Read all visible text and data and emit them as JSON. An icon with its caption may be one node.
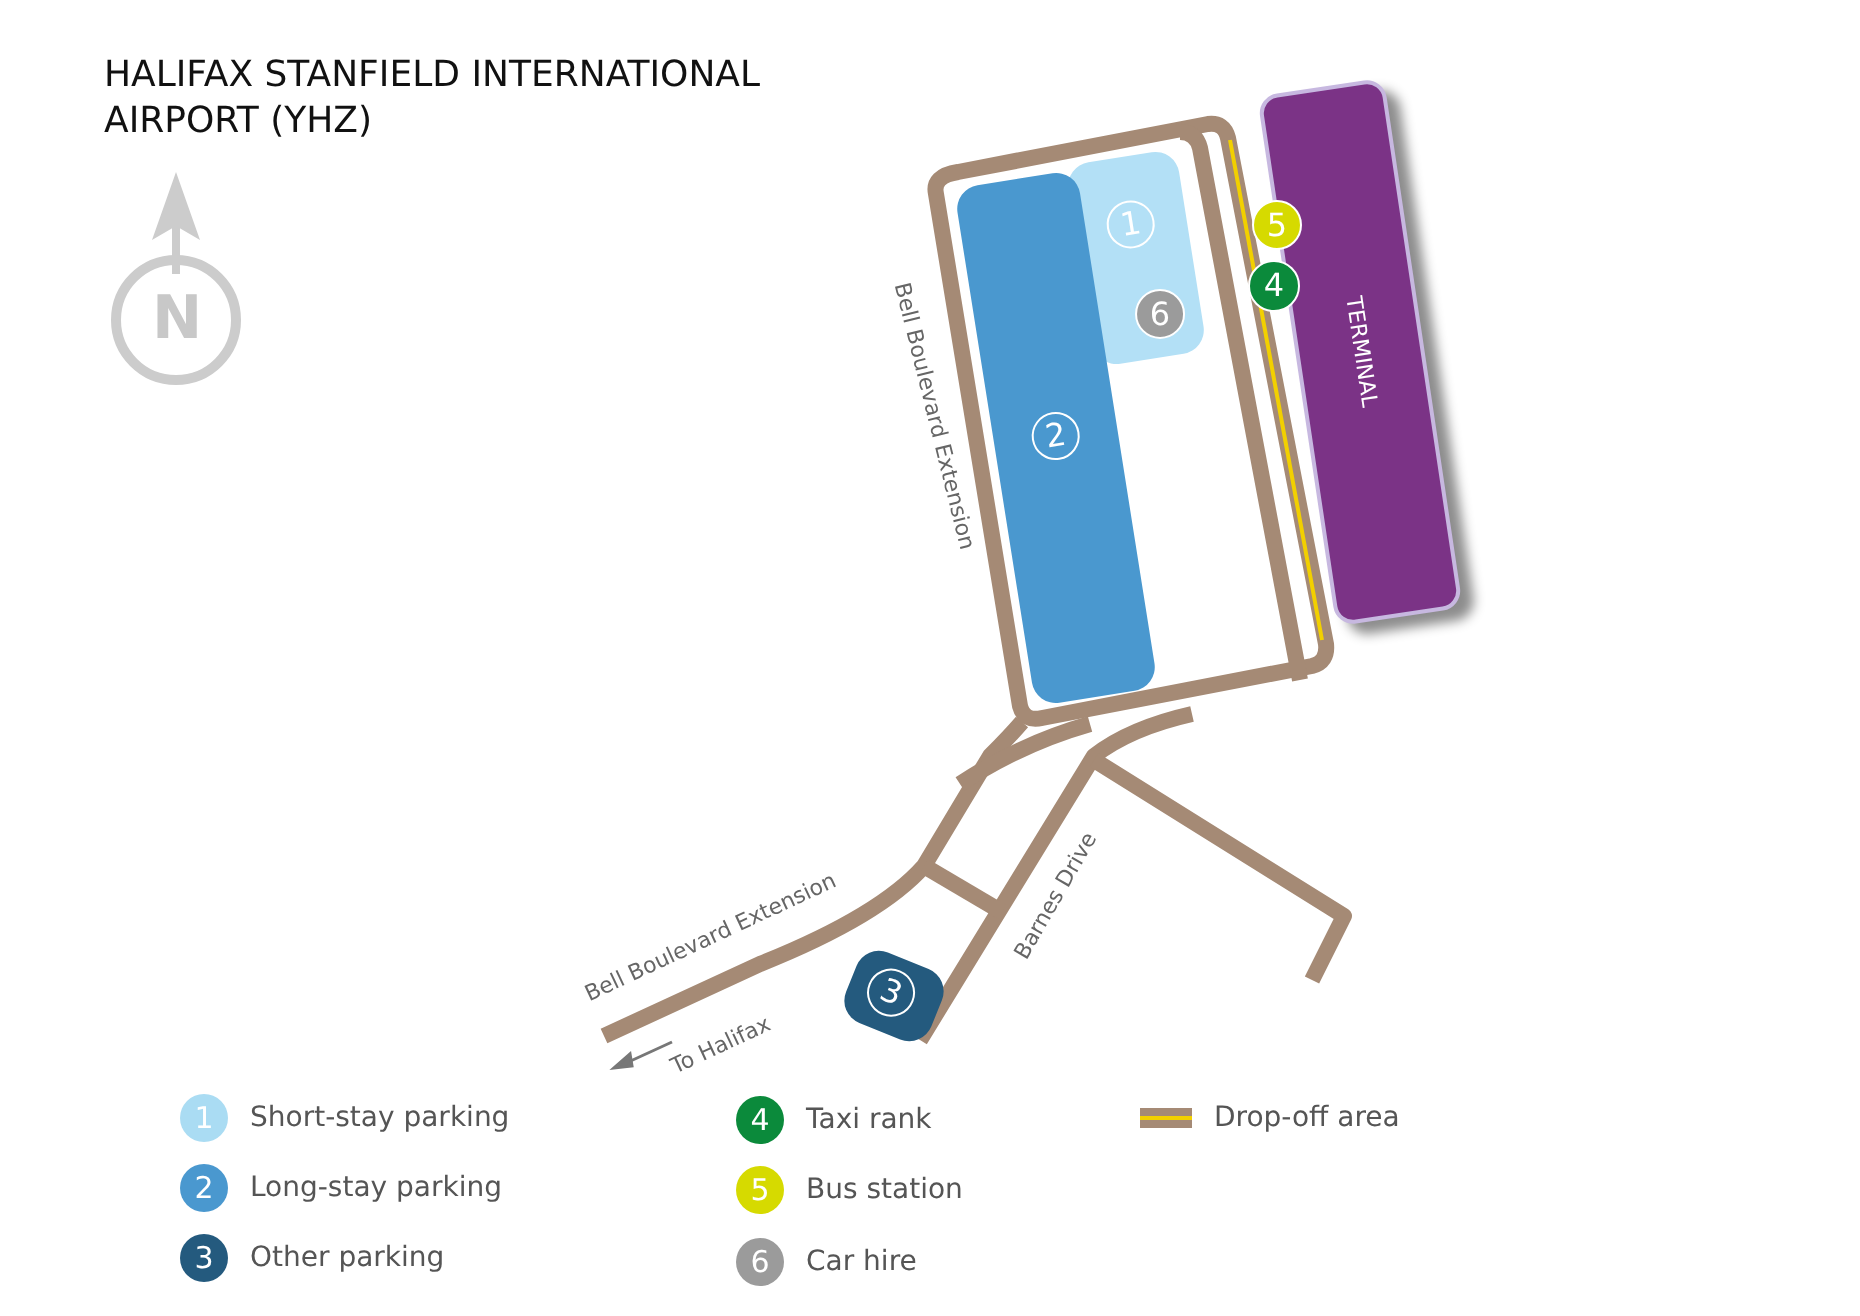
{
  "diagram": {
    "title": "HALIFAX STANFIELD INTERNATIONAL AIRPORT (YHZ)",
    "nodes": [
      {
        "text": [
          "1"
        ]
      },
      {
        "text": [
          "6"
        ],
        "in": 0
      },
      {
        "text": [
          "5"
        ]
      },
      {
        "text": [
          "4"
        ]
      },
      {
        "text": [
          "TERMINAL"
        ]
      },
      {
        "text": [
          "2"
        ]
      },
      {
        "text": [
          "3"
        ]
      }
    ],
    "edges": [],
    "labels": [
      "N",
      "Bell Boulevard Extension",
      "Bell Boulevard Extension",
      "Barnes Drive",
      "To Halifax",
      "1",
      "2",
      "3",
      "4",
      "5",
      "6"
    ],
    "legend": [
      {
        "text": "Short-stay parking",
        "color": "#aadcf3"
      },
      {
        "text": "Long-stay parking",
        "color": "#4a98cf"
      },
      {
        "text": "Other parking",
        "color": "#245a7e"
      },
      {
        "text": "Taxi rank",
        "color": "#0b8a3b"
      },
      {
        "text": "Bus station",
        "color": "#d6da00"
      },
      {
        "text": "Car hire",
        "color": "#9b9b9b"
      },
      {
        "text": "Drop-off area"
      }
    ]
  }
}
